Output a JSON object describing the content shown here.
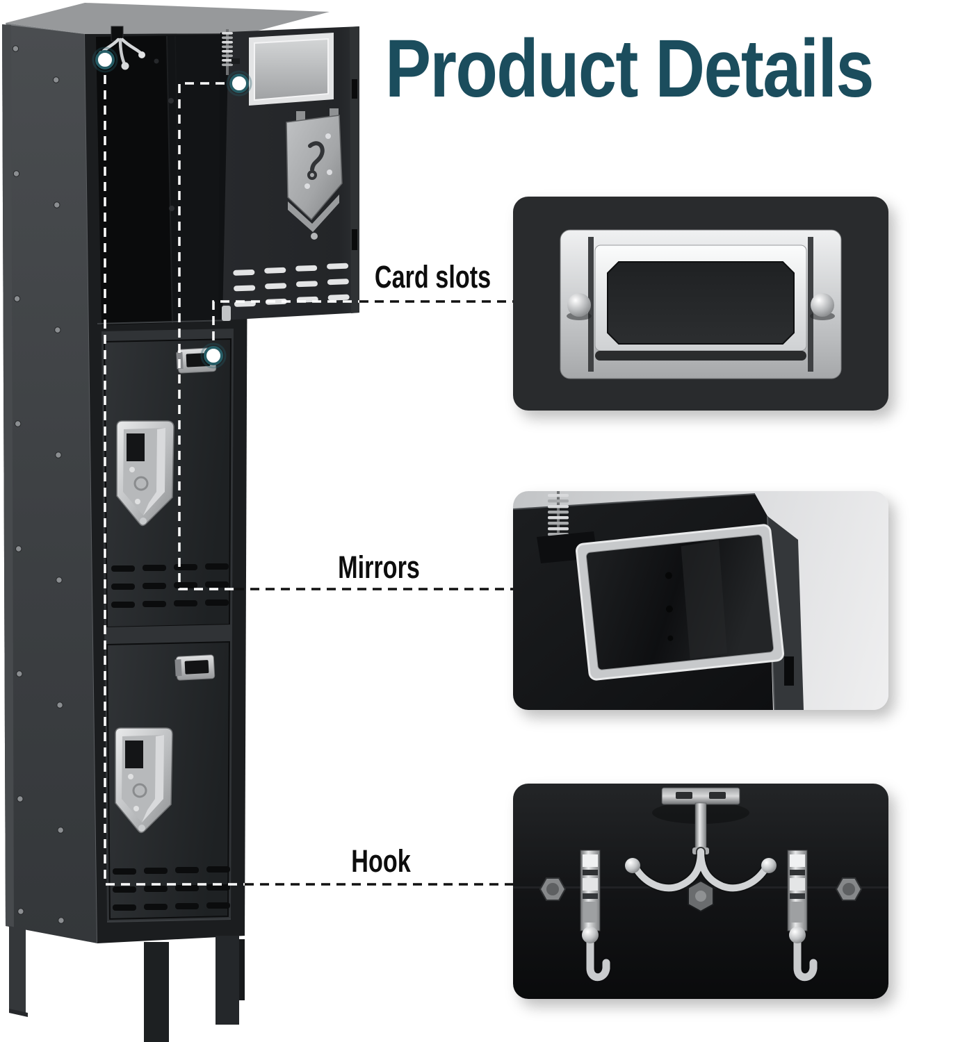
{
  "page": {
    "background": "#ffffff"
  },
  "title": {
    "text": "Product Details",
    "color": "#1b4d5d"
  },
  "callouts": {
    "card_slots": {
      "label": "Card slots",
      "marker": "white-dot-teal-ring",
      "line_style": "dashed"
    },
    "mirrors": {
      "label": "Mirrors",
      "marker": "white-dot-teal-ring",
      "line_style": "dashed"
    },
    "hook": {
      "label": "Hook",
      "marker": "white-dot-teal-ring",
      "line_style": "dashed"
    }
  },
  "detail_panels": {
    "card_slots": {
      "photo": "card-slot-closeup"
    },
    "mirrors": {
      "photo": "mirror-inside-door-closeup"
    },
    "hook": {
      "photo": "chrome-hooks-closeup"
    }
  },
  "colors": {
    "page_bg": "#ffffff",
    "title_color": "#1b4d5d",
    "label_color": "#0d0d0d",
    "panel_dark_bg": "#292b2d",
    "callout_line_dark": "#111111",
    "callout_line_light": "#ffffff",
    "marker_ring": "#265d66",
    "locker_side": "#3e4144",
    "locker_door": "#242628",
    "locker_top": "#97999b",
    "metal_silver": "#c6c8ca"
  }
}
